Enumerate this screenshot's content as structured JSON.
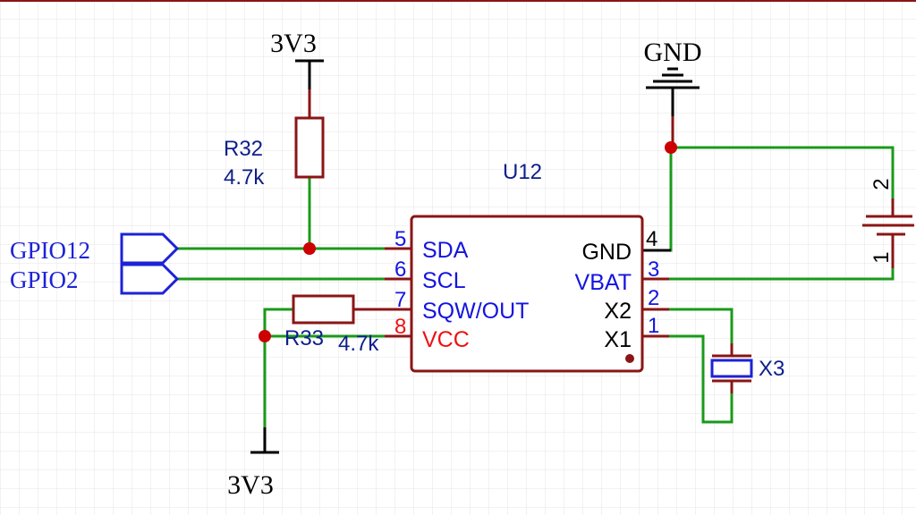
{
  "colors": {
    "background": "#ffffff",
    "grid": "#e6e6e6",
    "wire": "#1a9a1a",
    "component": "#8b1515",
    "junction": "#cc0000",
    "black": "#000000",
    "label_blue": "#0d1f8a",
    "pin_blue": "#1414e0",
    "pin_red": "#ee1111",
    "netflag": "#1d22d6"
  },
  "power_labels": {
    "top_3v3": "3V3",
    "gnd": "GND",
    "bottom_3v3": "3V3"
  },
  "net_labels": {
    "gpio12": "GPIO12",
    "gpio2": "GPIO2"
  },
  "components": {
    "r32": {
      "ref": "R32",
      "value": "4.7k"
    },
    "r33": {
      "ref": "R33",
      "value": "4.7k"
    },
    "u12": {
      "ref": "U12"
    },
    "x3": {
      "ref": "X3"
    }
  },
  "u12_pins": {
    "left": [
      {
        "num": "5",
        "name": "SDA"
      },
      {
        "num": "6",
        "name": "SCL"
      },
      {
        "num": "7",
        "name": "SQW/OUT"
      },
      {
        "num": "8",
        "name": "VCC"
      }
    ],
    "right": [
      {
        "num": "4",
        "name": "GND"
      },
      {
        "num": "3",
        "name": "VBAT"
      },
      {
        "num": "2",
        "name": "X2"
      },
      {
        "num": "1",
        "name": "X1"
      }
    ]
  },
  "battery_pins": {
    "top": "2",
    "bottom": "1"
  }
}
